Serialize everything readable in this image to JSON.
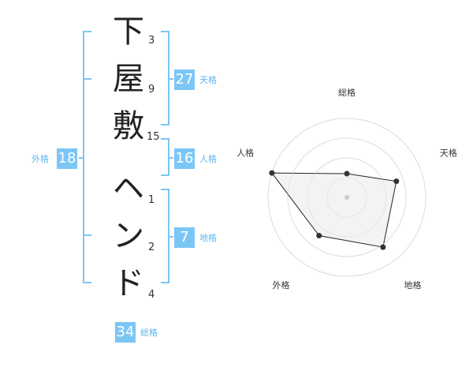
{
  "name": {
    "chars": [
      "下",
      "屋",
      "敷",
      "ヘ",
      "ン",
      "ド"
    ],
    "strokes": [
      "3",
      "9",
      "15",
      "1",
      "2",
      "4"
    ]
  },
  "fortune": {
    "tenkaku": {
      "value": "27",
      "label": "天格"
    },
    "jinkaku": {
      "value": "16",
      "label": "人格"
    },
    "chikaku": {
      "value": "7",
      "label": "地格"
    },
    "gaikaku": {
      "value": "18",
      "label": "外格"
    },
    "soukaku": {
      "value": "34",
      "label": "総格"
    }
  },
  "chart_data": {
    "type": "radar",
    "axes": [
      "総格",
      "天格",
      "地格",
      "外格",
      "人格"
    ],
    "values": [
      1.5,
      3.3,
      3.9,
      3.0,
      5.0
    ],
    "max": 5,
    "rings": 4,
    "colors": {
      "fill": "#f0f0f0",
      "line": "#222222",
      "ring": "#dddddd",
      "point": "#333333"
    }
  }
}
